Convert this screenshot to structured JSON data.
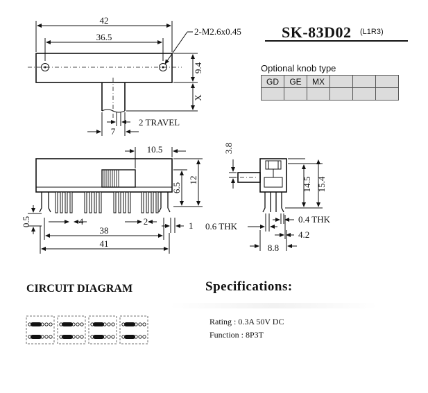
{
  "title": {
    "model": "SK-83D02",
    "variant": "(L1R3)"
  },
  "dimensions": {
    "width": "42",
    "hole_pitch": "36.5",
    "screw": "2-M2.6x0.45",
    "body_height": "9.4",
    "knob_x": "X",
    "knob_width": "7",
    "travel": "2 TRAVEL",
    "offset_10_5": "10.5",
    "height_6_5": "6.5",
    "height_12": "12",
    "pitch_4": "4",
    "pitch_2": "2",
    "pin_span_38": "38",
    "total_41": "41",
    "pin_0_5": "0.5",
    "pin_1": "1",
    "side_3_8": "3.8",
    "side_14_5": "14.5",
    "side_15_4": "15.4",
    "thk_0_6": "0.6 THK",
    "thk_0_4": "0.4 THK",
    "side_4_2": "4.2",
    "side_8_8": "8.8"
  },
  "knob_options": {
    "label": "Optional knob type",
    "types": [
      "GD",
      "GE",
      "MX",
      "",
      "",
      ""
    ]
  },
  "circuit": {
    "title": "CIRCUIT DIAGRAM",
    "groups": 4
  },
  "specifications": {
    "title": "Specifications:",
    "rating": "Rating : 0.3A 50V DC",
    "function": "Function : 8P3T"
  }
}
